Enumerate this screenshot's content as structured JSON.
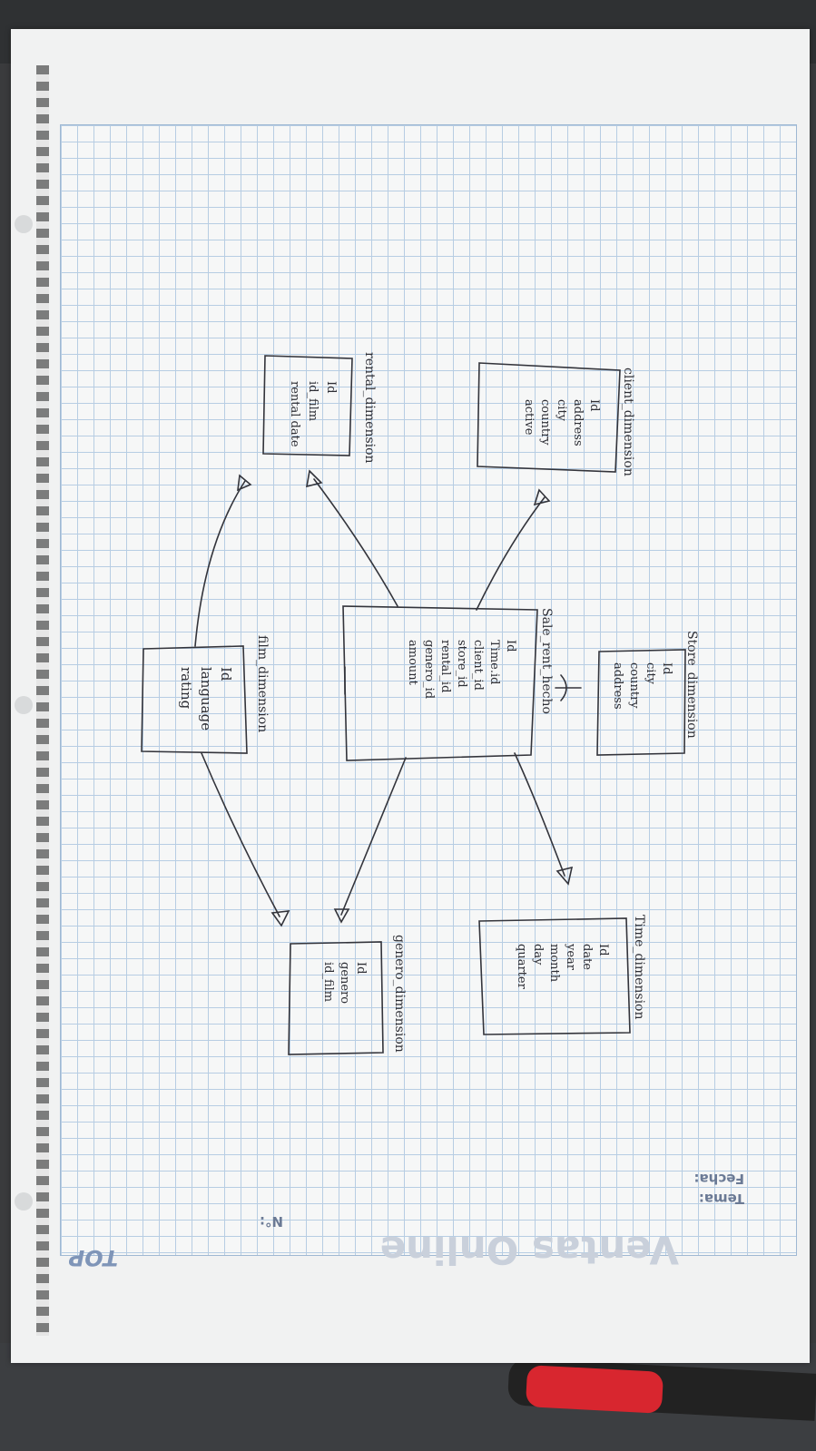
{
  "sheet": {
    "tema_label": "Tema:",
    "fecha_label": "Fecha:",
    "no_label": "N°:",
    "brand": "Ventas Online",
    "logo": "TOP"
  },
  "diagram": {
    "fact": {
      "title": "Sale_rent_hecho",
      "fields": [
        "Id",
        "Time.id",
        "client_id",
        "store_id",
        "rental_id",
        "genero_id",
        "amount"
      ]
    },
    "dimensions": {
      "client": {
        "title": "client_dimension",
        "fields": [
          "Id",
          "address",
          "city",
          "country",
          "active"
        ]
      },
      "rental": {
        "title": "rental_dimension",
        "fields": [
          "Id",
          "id_film",
          "rental date"
        ]
      },
      "film": {
        "title": "film_dimension",
        "fields": [
          "Id",
          "language",
          "rating"
        ]
      },
      "store": {
        "title": "Store_dimension",
        "fields": [
          "Id",
          "city",
          "country",
          "address"
        ]
      },
      "time": {
        "title": "Time_dimension",
        "fields": [
          "Id",
          "date",
          "year",
          "month",
          "day",
          "quarter"
        ]
      },
      "genero": {
        "title": "genero_dimension",
        "fields": [
          "Id",
          "genero",
          "id_film"
        ]
      }
    }
  }
}
